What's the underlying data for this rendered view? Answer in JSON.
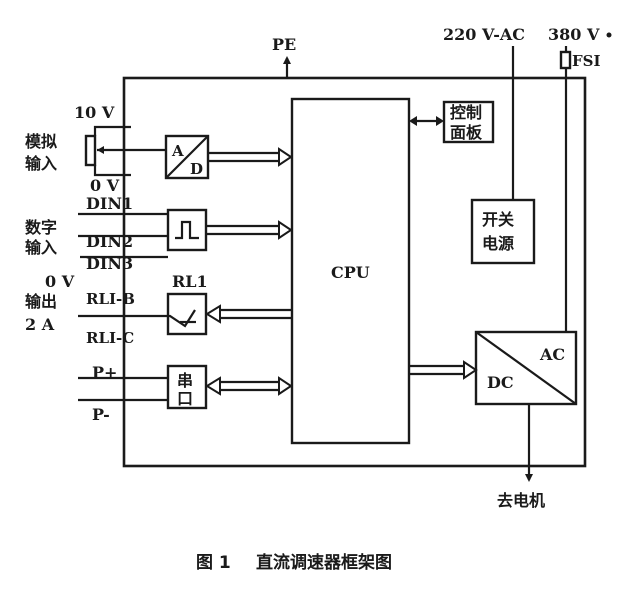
{
  "labels": {
    "pe": "PE",
    "ac220": "220 V-AC",
    "ac380": "380 V",
    "fsi": "FSI",
    "v10": "10 V",
    "analog_in_1": "模拟",
    "analog_in_2": "输入",
    "v0_top": "0 V",
    "ad_a": "A",
    "ad_d": "D",
    "ctrl_panel_1": "控制",
    "ctrl_panel_2": "面板",
    "din1": "DIN1",
    "digital_in_1": "数字",
    "digital_in_2": "输入",
    "din2": "DIN2",
    "din3": "DIN3",
    "v0_bottom": "0 V",
    "power_1": "开关",
    "power_2": "电源",
    "cpu": "CPU",
    "rl1": "RL1",
    "output_1": "输出",
    "output_2": "2 A",
    "rl1b": "RLI-B",
    "rl1c": "RLI-C",
    "serial_1": "串",
    "serial_2": "口",
    "p_plus": "P+",
    "p_minus": "P-",
    "ac": "AC",
    "dc": "DC",
    "to_motor": "去电机"
  },
  "caption": {
    "number": "图 1",
    "title": "直流调速器框架图"
  }
}
